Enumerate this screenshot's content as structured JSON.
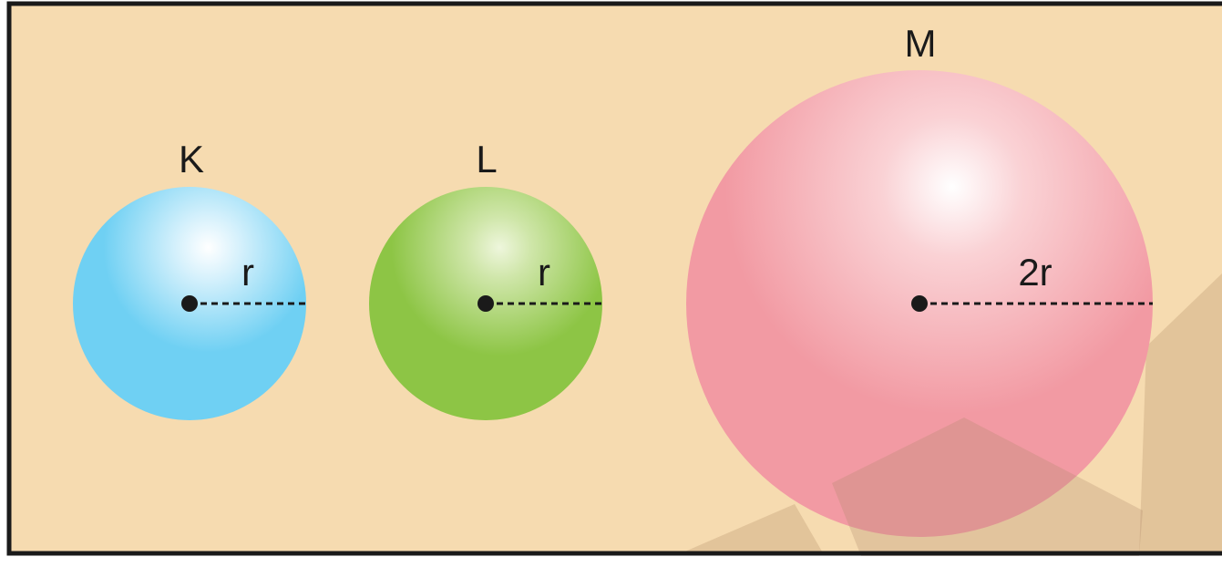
{
  "colors": {
    "background": "#f6dbb0",
    "border": "#1a1a1a",
    "shadow": "#e2c49a",
    "sphere_k": "#6fd0f3",
    "sphere_l": "#8dc545",
    "sphere_m": "#f29aa3",
    "center_dot": "#1a1a1a"
  },
  "spheres": [
    {
      "key": "k",
      "label": "K",
      "radius_label": "r"
    },
    {
      "key": "l",
      "label": "L",
      "radius_label": "r"
    },
    {
      "key": "m",
      "label": "M",
      "radius_label": "2r"
    }
  ]
}
